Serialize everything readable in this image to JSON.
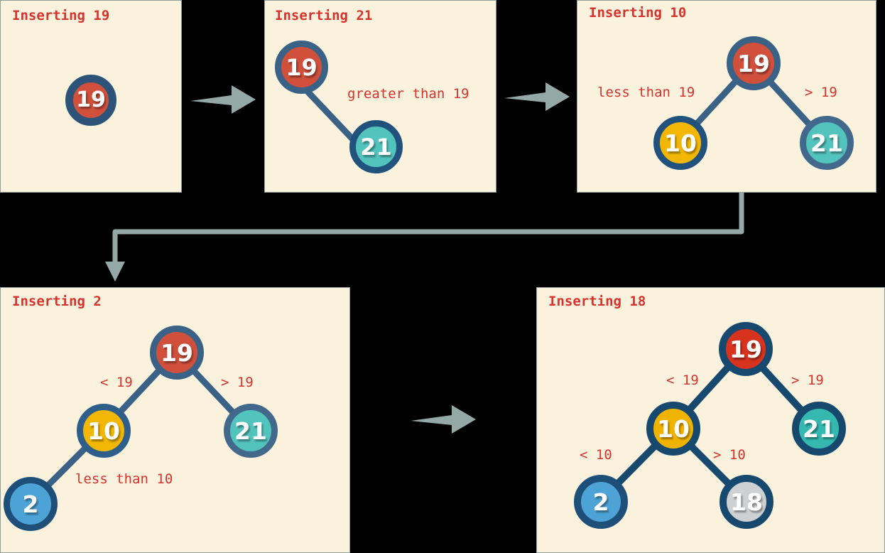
{
  "diagram": {
    "title_text_color": "#d6332e",
    "panel_background": "#fbf2de",
    "page_background": "#000000",
    "arrow_color": "#94a8a5",
    "edge_color_light": "#3a6186",
    "edge_color_dark": "#17496f",
    "node_colors": {
      "red": "#d0503c",
      "red_bright": "#d8331f",
      "teal": "#53c3bd",
      "teal_dark": "#35b8b0",
      "yellow": "#f2b705",
      "yellow_bright": "#f0b400",
      "blue": "#4da3d6",
      "gray": "#cfd0d2",
      "ring_light": "#3a6186",
      "ring_dark": "#17496f"
    }
  },
  "panels": [
    {
      "id": "panel-insert-19",
      "title": "Inserting 19",
      "nodes": [
        {
          "value": "19",
          "color_key": "red"
        }
      ],
      "edge_labels": []
    },
    {
      "id": "panel-insert-21",
      "title": "Inserting 21",
      "nodes": [
        {
          "value": "19",
          "color_key": "red"
        },
        {
          "value": "21",
          "color_key": "teal"
        }
      ],
      "edge_labels": [
        {
          "text": "greater than 19"
        }
      ]
    },
    {
      "id": "panel-insert-10",
      "title": "Inserting 10",
      "nodes": [
        {
          "value": "19",
          "color_key": "red"
        },
        {
          "value": "10",
          "color_key": "yellow"
        },
        {
          "value": "21",
          "color_key": "teal"
        }
      ],
      "edge_labels": [
        {
          "text": "less than 19"
        },
        {
          "text": "> 19"
        }
      ]
    },
    {
      "id": "panel-insert-2",
      "title": "Inserting 2",
      "nodes": [
        {
          "value": "19",
          "color_key": "red"
        },
        {
          "value": "10",
          "color_key": "yellow"
        },
        {
          "value": "21",
          "color_key": "teal"
        },
        {
          "value": "2",
          "color_key": "blue"
        }
      ],
      "edge_labels": [
        {
          "text": "< 19"
        },
        {
          "text": "> 19"
        },
        {
          "text": "less than 10"
        }
      ]
    },
    {
      "id": "panel-insert-18",
      "title": "Inserting 18",
      "nodes": [
        {
          "value": "19",
          "color_key": "red_bright"
        },
        {
          "value": "10",
          "color_key": "yellow_bright"
        },
        {
          "value": "21",
          "color_key": "teal_dark"
        },
        {
          "value": "2",
          "color_key": "blue"
        },
        {
          "value": "18",
          "color_key": "gray"
        }
      ],
      "edge_labels": [
        {
          "text": "< 19"
        },
        {
          "text": "> 19"
        },
        {
          "text": "< 10"
        },
        {
          "text": "> 10"
        }
      ]
    }
  ],
  "flow": {
    "arrow_1_name": "arrow-panel1-to-panel2",
    "arrow_2_name": "arrow-panel2-to-panel3",
    "arrow_3_name": "arrow-panel4-to-panel5",
    "connector_name": "connector-panel3-to-panel4"
  }
}
